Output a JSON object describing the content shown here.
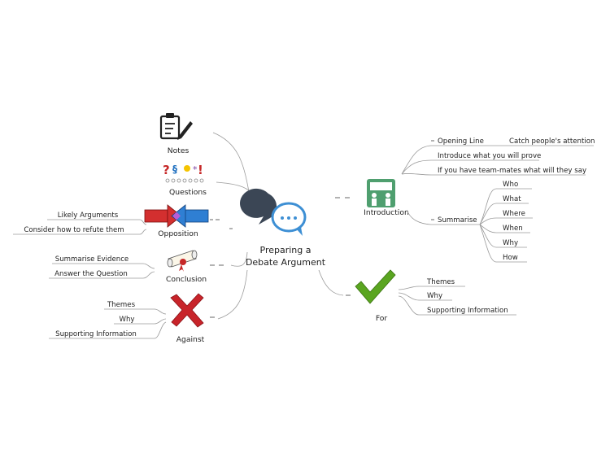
{
  "center": {
    "line1": "Preparing a",
    "line2": "Debate Argument",
    "icon": "speech-bubbles-icon"
  },
  "left": {
    "notes": {
      "label": "Notes",
      "icon": "clipboard-pencil-icon"
    },
    "questions": {
      "label": "Questions",
      "icon": "question-marks-icon"
    },
    "opposition": {
      "label": "Opposition",
      "icon": "opposing-arrows-icon",
      "items": [
        "Likely Arguments",
        "Consider how to refute them"
      ]
    },
    "conclusion": {
      "label": "Conclusion",
      "icon": "diploma-scroll-icon",
      "items": [
        "Summarise Evidence",
        "Answer the Question"
      ]
    },
    "against": {
      "label": "Against",
      "icon": "red-cross-icon",
      "items": [
        "Themes",
        "Why",
        "Supporting Information"
      ]
    }
  },
  "right": {
    "introduction": {
      "label": "Introduction",
      "icon": "presentation-board-icon",
      "opening_line": "Opening Line",
      "opening_child": "Catch people's attention",
      "items": [
        "Introduce what you will prove",
        "If you have team-mates what will they say"
      ],
      "summarise": "Summarise",
      "summarise_items": [
        "Who",
        "What",
        "Where",
        "When",
        "Why",
        "How"
      ]
    },
    "for": {
      "label": "For",
      "icon": "green-check-icon",
      "items": [
        "Themes",
        "Why",
        "Supporting Information"
      ]
    }
  },
  "colors": {
    "line": "#9a9a9a",
    "check": "#5aa520",
    "cross": "#c8242a",
    "intro_icon": "#4f9f6f",
    "bubble_dark": "#3b4655",
    "bubble_blue": "#3d8fd4"
  }
}
